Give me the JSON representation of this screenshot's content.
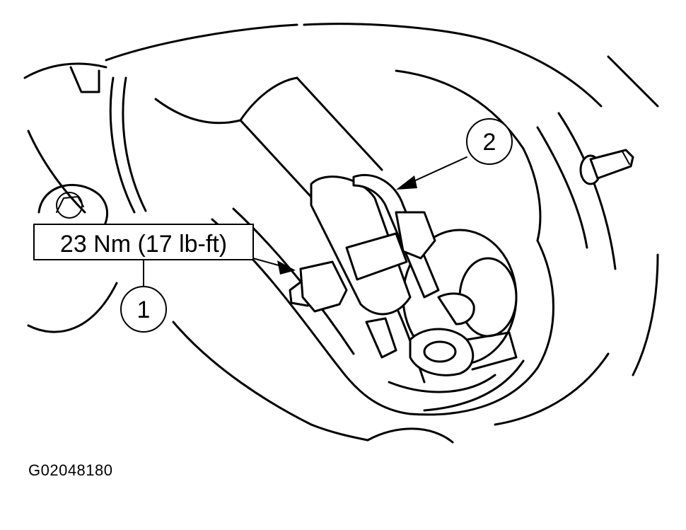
{
  "torque_label": "23 Nm (17 lb-ft)",
  "callouts": [
    {
      "number": "1"
    },
    {
      "number": "2"
    }
  ],
  "figure_id": "G02048180",
  "colors": {
    "ink": "#000000",
    "paper": "#ffffff"
  }
}
